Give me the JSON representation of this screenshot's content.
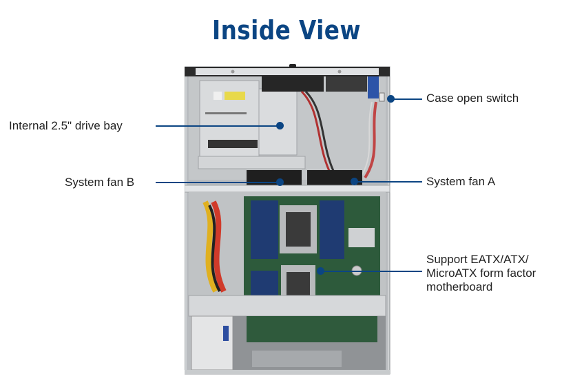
{
  "title": "Inside View",
  "accent_color": "#0b4583",
  "image": {
    "alt": "Top-down view of open 2U/4U rackmount server chassis with optical drive, drive bay, two system fans, dual-socket motherboard and power supply"
  },
  "callouts": [
    {
      "id": "drive-bay",
      "label": "Internal 2.5\" drive bay",
      "side": "left"
    },
    {
      "id": "fan-b",
      "label": "System fan B",
      "side": "left"
    },
    {
      "id": "case-switch",
      "label": "Case open switch",
      "side": "right"
    },
    {
      "id": "fan-a",
      "label": "System fan A",
      "side": "right"
    },
    {
      "id": "motherboard",
      "label_lines": [
        "Support EATX/ATX/",
        "MicroATX form factor",
        "motherboard"
      ],
      "side": "right"
    }
  ]
}
